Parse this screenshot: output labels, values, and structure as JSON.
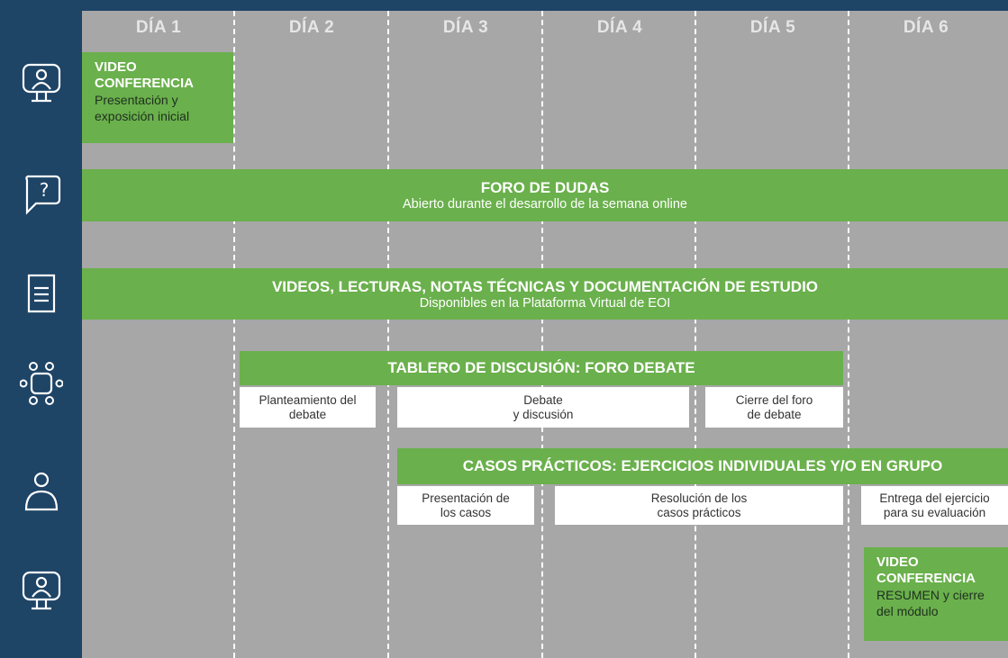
{
  "days": [
    "DÍA 1",
    "DÍA 2",
    "DÍA 3",
    "DÍA 4",
    "DÍA 5",
    "DÍA 6"
  ],
  "icons": {
    "row1": "video-conference-icon",
    "row2": "question-chat-icon",
    "row3": "document-icon",
    "row4": "discussion-table-icon",
    "row5": "person-icon",
    "row6": "video-conference-icon"
  },
  "colors": {
    "navy": "#1e4466",
    "grey": "#a7a7a7",
    "green": "#6ab04c",
    "white": "#ffffff"
  },
  "vc_start": {
    "title_1": "VIDEO",
    "title_2": "CONFERENCIA",
    "sub_1": "Presentación y",
    "sub_2": "exposición inicial"
  },
  "foro_dudas": {
    "title": "FORO DE DUDAS",
    "sub": "Abierto durante el desarrollo de la semana online"
  },
  "videos": {
    "title": "VIDEOS, LECTURAS, NOTAS TÉCNICAS Y DOCUMENTACIÓN DE ESTUDIO",
    "sub": "Disponibles en la Plataforma Virtual de EOI"
  },
  "tablero": {
    "title": "TABLERO DE DISCUSIÓN: FORO DEBATE",
    "box1_l1": "Planteamiento del",
    "box1_l2": "debate",
    "box2_l1": "Debate",
    "box2_l2": "y discusión",
    "box3_l1": "Cierre del foro",
    "box3_l2": "de debate"
  },
  "casos": {
    "title": "CASOS PRÁCTICOS: EJERCICIOS INDIVIDUALES Y/O EN GRUPO",
    "box1_l1": "Presentación de",
    "box1_l2": "los casos",
    "box2_l1": "Resolución de los",
    "box2_l2": "casos prácticos",
    "box3_l1": "Entrega del ejercicio",
    "box3_l2": "para su evaluación"
  },
  "vc_end": {
    "title_1": "VIDEO",
    "title_2": "CONFERENCIA",
    "sub_1": "RESUMEN y cierre",
    "sub_2": "del módulo"
  }
}
